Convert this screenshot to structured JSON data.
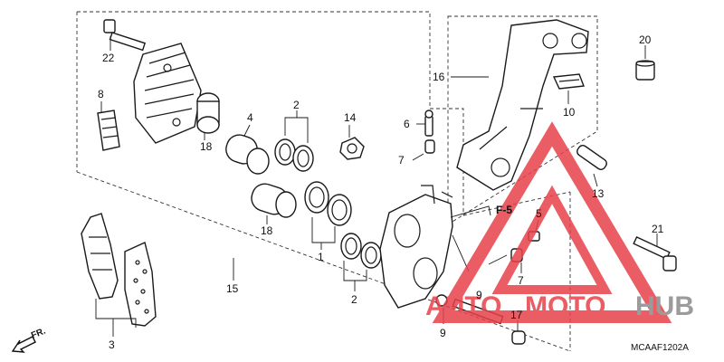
{
  "diagram": {
    "drawing_code": "MCAAF1202A",
    "front_marker": "FR.",
    "reference": "F-5",
    "part_numbers": [
      "2",
      "3",
      "4",
      "5",
      "6",
      "7",
      "8",
      "9",
      "10",
      "13",
      "14",
      "15",
      "16",
      "17",
      "18",
      "20",
      "21",
      "22"
    ],
    "labels": {
      "p22": "22",
      "p8": "8",
      "p18a": "18",
      "p4": "4",
      "p2a": "2",
      "p14": "14",
      "p6": "6",
      "p7a": "7",
      "p16": "16",
      "p10": "10",
      "p20": "20",
      "p18b": "18",
      "p1": "1",
      "p2b": "2",
      "p15": "15",
      "p3": "3",
      "p9a": "9",
      "p9b": "9",
      "p17": "17",
      "p7b": "7",
      "p5": "5",
      "p13": "13",
      "p21": "21"
    }
  },
  "watermark": {
    "text_a": "AUTO",
    "text_b": "MOTO",
    "text_c": "HUB",
    "color_red": "#e8414a",
    "color_gray": "#8a8a8a"
  }
}
